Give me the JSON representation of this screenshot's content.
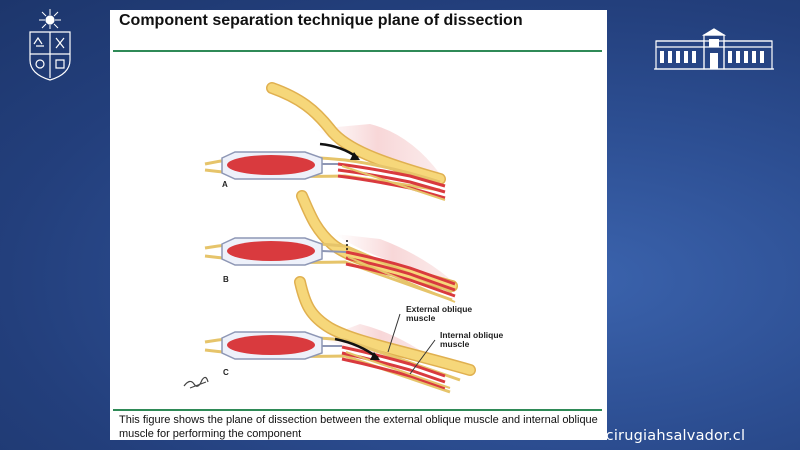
{
  "slide": {
    "title": "Component separation technique plane of dissection",
    "caption": "This figure shows the plane of dissection between the external oblique muscle and internal oblique muscle for performing the component"
  },
  "diagram": {
    "panels": [
      "A",
      "B",
      "C"
    ],
    "labels": {
      "external_line1": "External oblique",
      "external_line2": "muscle",
      "internal_line1": "Internal oblique",
      "internal_line2": "muscle"
    }
  },
  "footer": {
    "website": "www.cirugiahsalvador.cl"
  },
  "logos": {
    "left": "university-crest-logo",
    "right": "hospital-building-logo"
  },
  "colors": {
    "background": "#2d4f93",
    "accent_rule": "#2f8a57",
    "muscle": "#d93a3e",
    "fascia": "#f2d070"
  }
}
